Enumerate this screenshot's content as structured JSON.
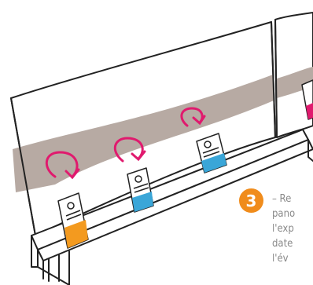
{
  "illustration": {
    "rotate_arrow_color": "#e01a6e",
    "card_fill_colors": [
      "#f39a1f",
      "#3aa6d8",
      "#3aa6d8",
      "#e01a6e"
    ],
    "band_color": "#b7aaa3",
    "line_color": "#222222"
  },
  "step": {
    "number": "3",
    "badge_color": "#f08c1c",
    "caption_lines": [
      "– Re",
      "pano",
      "l'exp",
      "date",
      "l'év"
    ]
  }
}
